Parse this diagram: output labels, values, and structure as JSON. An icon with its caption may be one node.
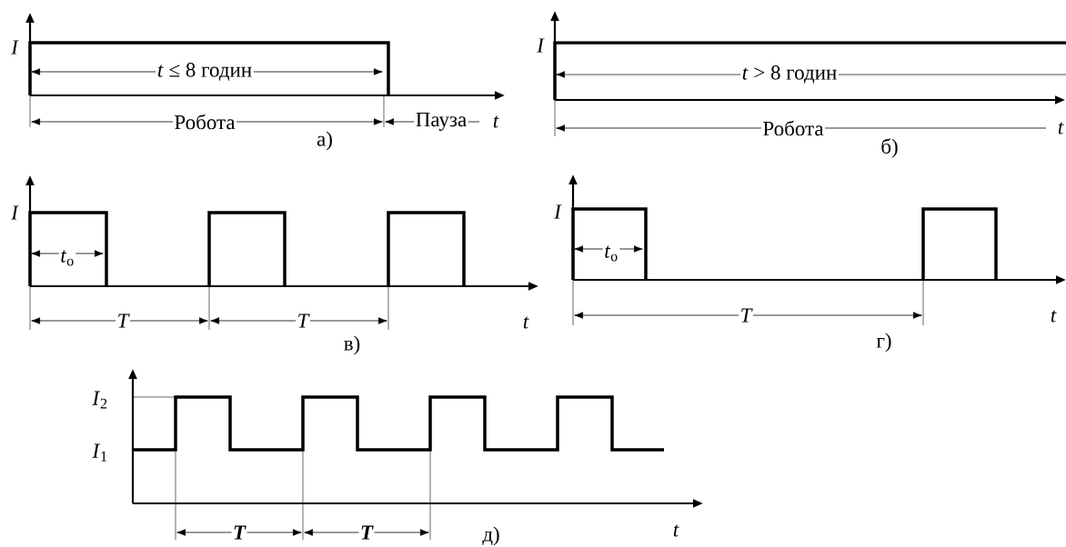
{
  "diagram": {
    "labels": [
      "I",
      "*t* ≤ 8 годин",
      "Робота",
      "а)",
      "Пауза",
      "t",
      "I",
      "*t* > 8 годин",
      "Робота",
      "t",
      "б)",
      "I",
      "*t*$_{о}$",
      "T",
      "T",
      "t",
      "в)",
      "I",
      "*t*$_{о}$",
      "T",
      "t",
      "г)",
      "*I*$_{2}$",
      "*I*$_{1}$",
      "T",
      "T",
      "д)",
      "t"
    ]
  }
}
